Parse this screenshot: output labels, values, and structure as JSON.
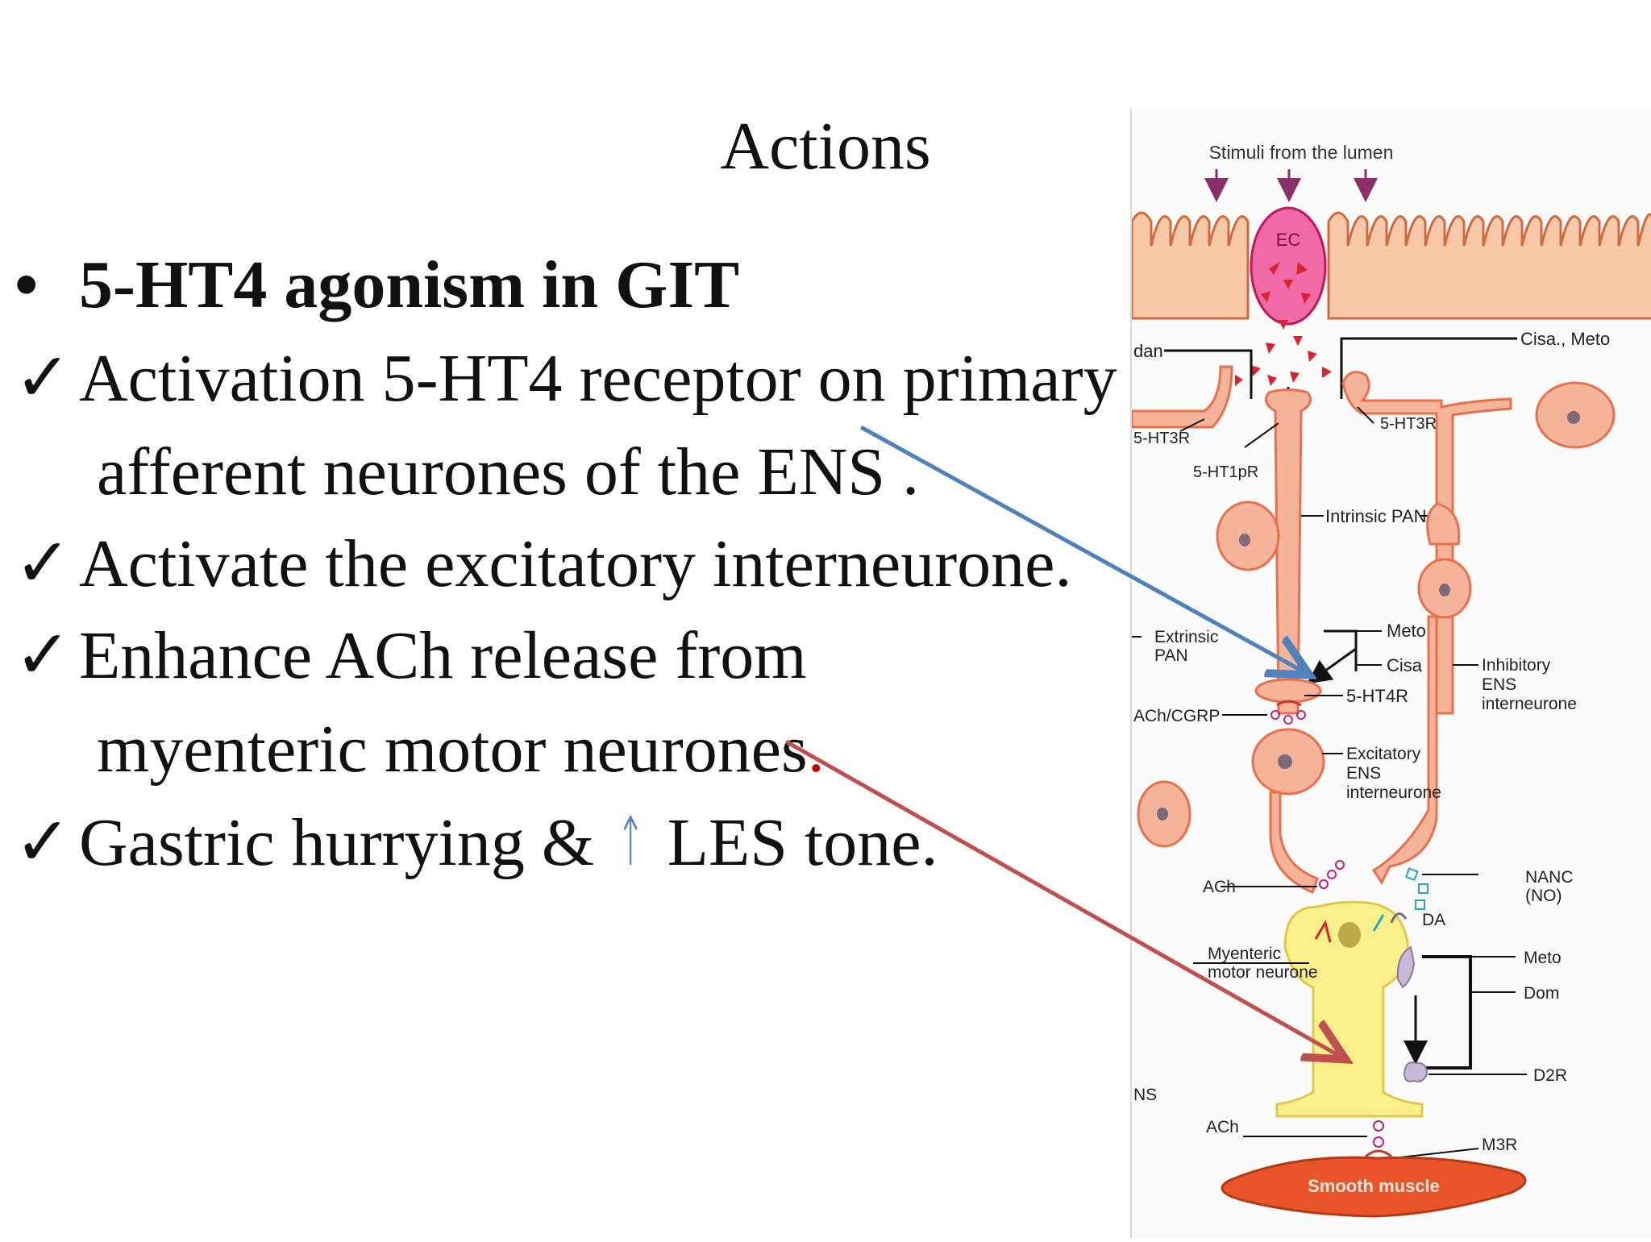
{
  "slide": {
    "title": "Actions",
    "heading": "5-HT4 agonism in GIT",
    "bullet_symbol": "•",
    "check_symbol": "✓",
    "lines": [
      "Activation 5-HT4 receptor on primary",
      "afferent neurones of the ENS .",
      "Activate the excitatory interneurone.",
      "Enhance ACh release from",
      "myenteric motor neurones",
      "Gastric hurrying &",
      "LES tone."
    ],
    "period": ".",
    "up_arrow": "↑"
  },
  "figure": {
    "stimuli": "Stimuli from the lumen",
    "ec": "EC",
    "dan": "dan",
    "cisa_meto": "Cisa., Meto",
    "ht3r_left": "5-HT3R",
    "ht3r_right": "5-HT3R",
    "ht1pr": "5-HT1pR",
    "intrinsic_pan": "Intrinsic PAN",
    "extrinsic_pan_1": "Extrinsic",
    "extrinsic_pan_2": "PAN",
    "meto_top": "Meto",
    "cisa_top": "Cisa",
    "ht4r": "5-HT4R",
    "ach_cgrp": "ACh/CGRP",
    "inhibitory_1": "Inhibitory",
    "inhibitory_2": "ENS",
    "inhibitory_3": "interneurone",
    "excitatory_1": "Excitatory",
    "excitatory_2": "ENS",
    "excitatory_3": "interneurone",
    "ach_mid": "ACh",
    "nanc_1": "NANC",
    "nanc_2": "(NO)",
    "da": "DA",
    "myenteric_1": "Myenteric",
    "myenteric_2": "motor neurone",
    "meto_bottom": "Meto",
    "dom": "Dom",
    "d2r": "D2R",
    "ns": "NS",
    "ach_bottom": "ACh",
    "m3r": "M3R",
    "smooth_muscle": "Smooth muscle"
  },
  "colors": {
    "neuron_fill": "#f6b49b",
    "neuron_stroke": "#e8704d",
    "motor_fill": "#f9f08a",
    "ec_fill": "#f06aa8",
    "triangle": "#d9232d",
    "muscle": "#e8552a",
    "blue_arrow": "#4f81bd",
    "red_arrow": "#c0504d"
  }
}
